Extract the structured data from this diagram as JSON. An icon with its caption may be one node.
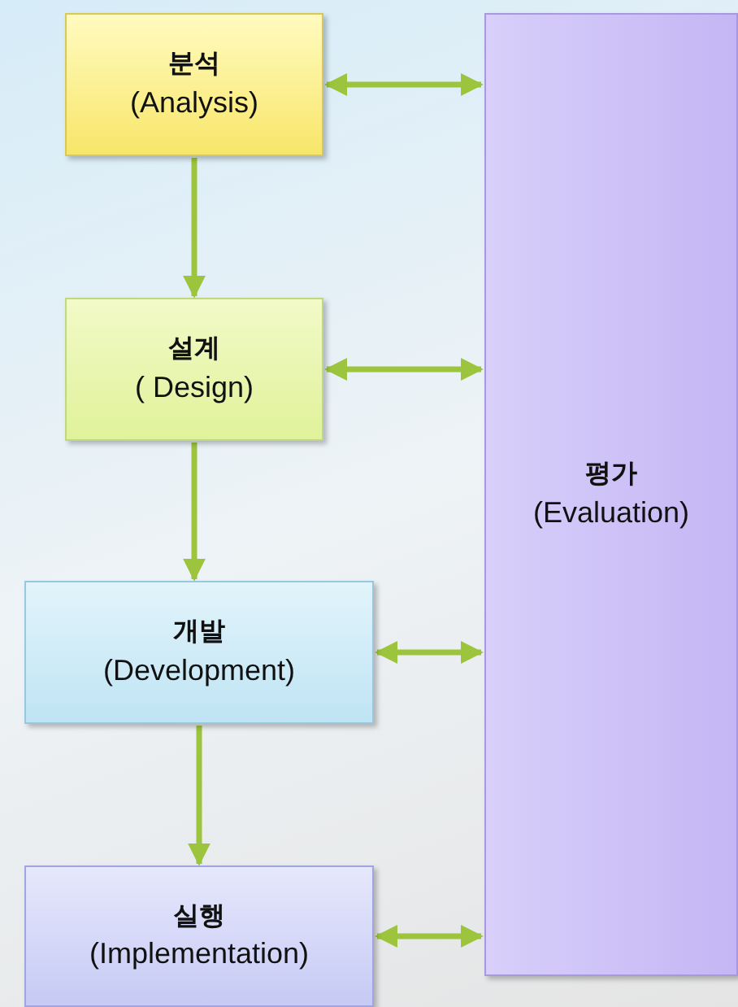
{
  "diagram": {
    "nodes": [
      {
        "text": [
          "분석",
          "(Analysis)"
        ]
      },
      {
        "text": [
          "설계",
          "( Design)"
        ]
      },
      {
        "text": [
          "개발",
          "(Development)"
        ]
      },
      {
        "text": [
          "실행",
          "(Implementation)"
        ]
      },
      {
        "text": [
          "평가",
          "(Evaluation)"
        ]
      }
    ],
    "edges": [
      {
        "from": 0,
        "to": 1,
        "arrow": "to"
      },
      {
        "from": 1,
        "to": 2,
        "arrow": "to"
      },
      {
        "from": 2,
        "to": 3,
        "arrow": "to"
      },
      {
        "from": 0,
        "to": 4,
        "arrow": "both"
      },
      {
        "from": 1,
        "to": 4,
        "arrow": "both"
      },
      {
        "from": 2,
        "to": 4,
        "arrow": "both"
      },
      {
        "from": 3,
        "to": 4,
        "arrow": "both"
      }
    ]
  }
}
